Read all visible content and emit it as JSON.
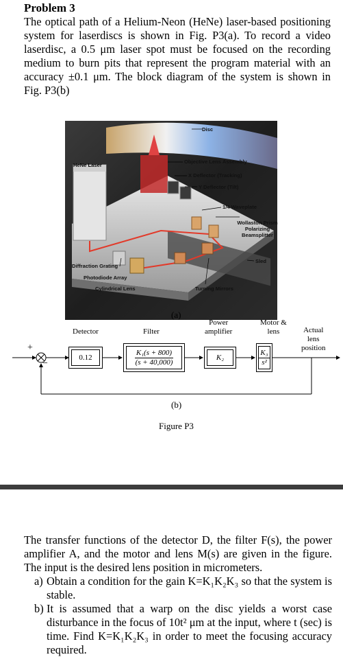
{
  "problem_title": "Problem 3",
  "intro_html": "The optical path of a Helium-Neon (HeNe) laser-based positioning system for laserdiscs is shown in Fig. P3(a). To record a video laserdisc, a 0.5 μm laser spot must be focused on the recording medium to burn pits that represent the program material with an accuracy ±0.1 μm. The block diagram of the system is shown in Fig. P3(b)",
  "figure_a": {
    "labels": {
      "disc": "Disc",
      "hene_laser": "HeNe Laser",
      "objective_lens": "Objective Lens Assembly",
      "x_deflector": "X Deflector (Tracking)",
      "y_deflector": "Y Deflector (Tilt)",
      "waveplate": "1/4 Waveplate",
      "wollaston_1": "Wollaston Prism",
      "wollaston_2": "Polarizing",
      "wollaston_3": "Beamsplitter",
      "sled": "Sled",
      "diffraction": "Diffraction Grating",
      "photodiode": "Photodiode Array",
      "cylindrical": "Cylindrical Lens",
      "turning": "Turning Mirrors"
    },
    "caption": "(a)"
  },
  "figure_b": {
    "detector_label": "Detector",
    "filter_label": "Filter",
    "power_amp_label_1": "Power",
    "power_amp_label_2": "amplifier",
    "motor_label_1": "Motor &",
    "motor_label_2": "lens",
    "actual_label_1": "Actual",
    "actual_label_2": "lens",
    "actual_label_3": "position",
    "plus": "+",
    "minus": "−",
    "detector_gain": "0.12",
    "filter_num": "K₁(s + 800)",
    "filter_den": "(s + 40,000)",
    "amp_gain": "K₂",
    "motor_num": "K₃",
    "motor_den": "s²",
    "caption": "(b)"
  },
  "figure_caption": "Figure P3",
  "body_text": "The transfer functions of the detector D, the filter F(s), the power amplifier A, and the motor and lens M(s) are given in the figure. The input is the desired lens position in micrometers.",
  "items": [
    {
      "marker": "a)",
      "text": "Obtain a condition for the gain K=K₁K₂K₃ so that the system is stable."
    },
    {
      "marker": "b)",
      "text": "It is assumed that a warp on the disc yields a worst case disturbance in the focus of 10t² μm at the input, where t (sec) is time. Find K=K₁K₂K₃ in order to meet the focusing accuracy required."
    }
  ]
}
